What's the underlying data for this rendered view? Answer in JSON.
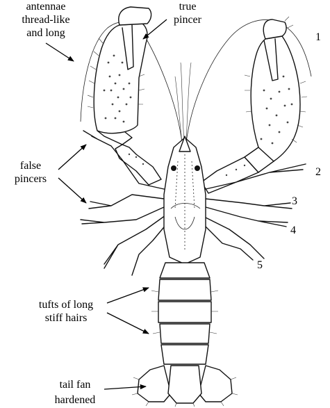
{
  "labels": {
    "antennae": [
      "antennae",
      "thread-like",
      "and long"
    ],
    "true_pincer": [
      "true",
      "pincer"
    ],
    "false_pincers": [
      "false",
      "pincers"
    ],
    "tufts": [
      "tufts of long",
      "stiff hairs"
    ],
    "tail_fan": [
      "tail fan",
      "hardened"
    ]
  },
  "leg_numbers": [
    "1",
    "2",
    "3",
    "4",
    "5"
  ],
  "colors": {
    "ink": "#111111",
    "background": "#ffffff"
  }
}
